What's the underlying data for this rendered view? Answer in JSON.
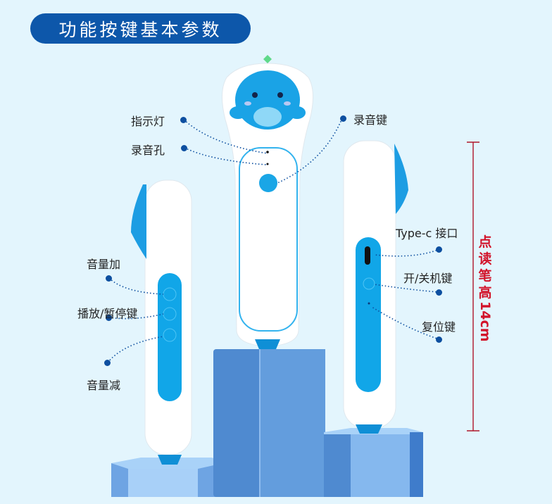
{
  "title": "功能按键基本参数",
  "labels": {
    "indicator_light": "指示灯",
    "record_hole": "录音孔",
    "record_key": "录音键",
    "volume_up": "音量加",
    "play_pause": "播放/暂停键",
    "volume_down": "音量减",
    "type_c": "Type-c 接口",
    "power": "开/关机键",
    "reset": "复位键"
  },
  "height": {
    "chars": [
      "点",
      "读",
      "笔",
      "高"
    ],
    "value": "14cm"
  },
  "colors": {
    "background": "#e3f5fd",
    "title_pill": "#0d57aa",
    "pen_accent": "#11a6e8",
    "dot": "#0d4fa0",
    "measure": "#d2132a",
    "pedestal_dark": "#4f8ad0",
    "pedestal_light": "#85b8ee"
  }
}
